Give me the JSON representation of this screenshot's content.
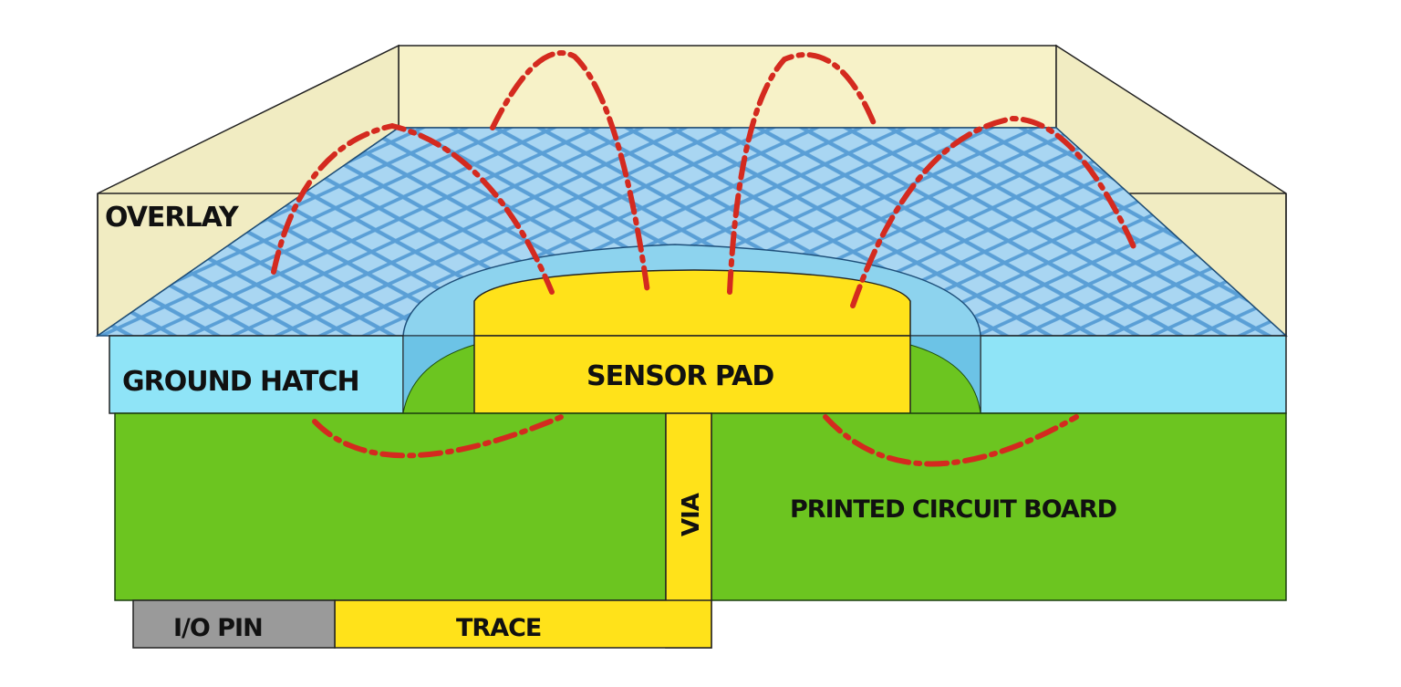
{
  "diagram": {
    "type": "capacitive touch sensor cross-section",
    "labels": {
      "overlay": "OVERLAY",
      "ground_hatch": "GROUND HATCH",
      "sensor_pad": "SENSOR PAD",
      "via": "VIA",
      "pcb": "PRINTED CIRCUIT BOARD",
      "io_pin": "I/O PIN",
      "trace": "TRACE"
    },
    "colors": {
      "overlay": "#f7f2c8",
      "ground_hatch": "#8fe4f7",
      "hatch_top": "#a8d4f0",
      "hatch_lines": "#3f8ccc",
      "sensor_pad": "#ffe21a",
      "pcb": "#6cc520",
      "io_pin": "#9a9a9a",
      "field_lines": "#d42a1f"
    }
  }
}
